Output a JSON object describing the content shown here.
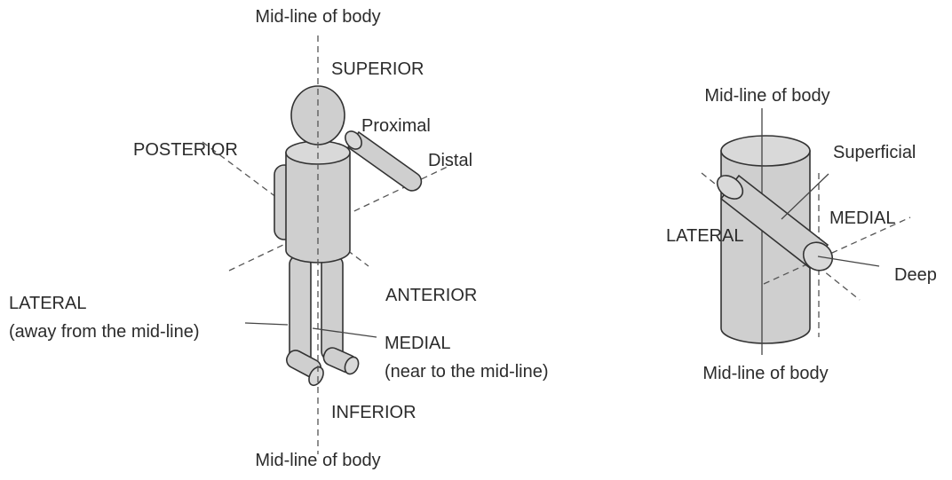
{
  "figure": {
    "colors": {
      "body_fill": "#cfcfcf",
      "outline": "#333333",
      "text": "#2b2b2b",
      "background": "#ffffff"
    },
    "left": {
      "midline_top": "Mid-line of body",
      "midline_bottom": "Mid-line of body",
      "superior": "SUPERIOR",
      "inferior": "INFERIOR",
      "posterior": "POSTERIOR",
      "anterior": "ANTERIOR",
      "proximal": "Proximal",
      "distal": "Distal",
      "lateral": "LATERAL",
      "lateral_note": "(away from the mid-line)",
      "medial": "MEDIAL",
      "medial_note": "(near to the mid-line)"
    },
    "right": {
      "midline_top": "Mid-line of body",
      "midline_bottom": "Mid-line of body",
      "superficial": "Superficial",
      "medial": "MEDIAL",
      "lateral": "LATERAL",
      "deep": "Deep"
    }
  }
}
